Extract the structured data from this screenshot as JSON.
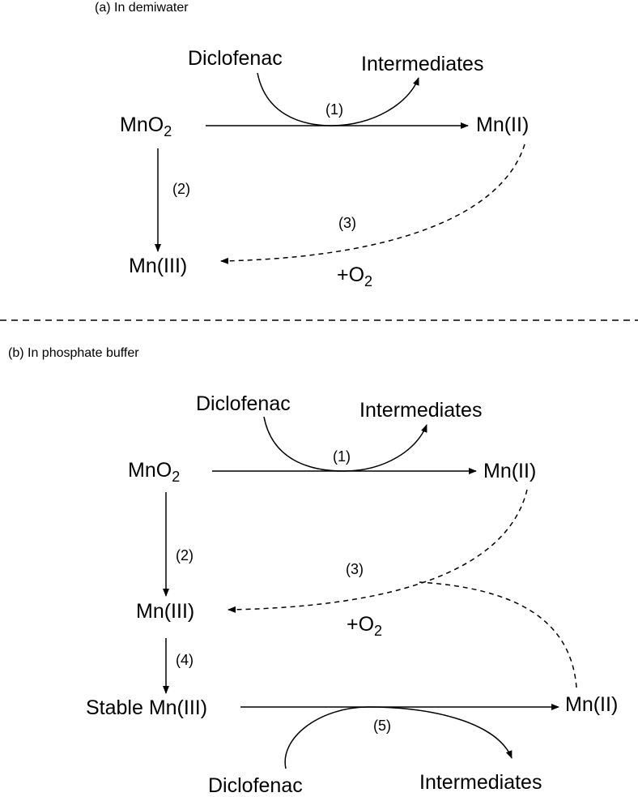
{
  "panel_a": {
    "title": "(a) In demiwater",
    "diclofenac": "Diclofenac",
    "intermediates": "Intermediates",
    "mno2": "MnO",
    "mno2_sub": "2",
    "mn2": "Mn(II)",
    "mn3": "Mn(III)",
    "step1": "(1)",
    "step2": "(2)",
    "step3": "(3)",
    "o2_plus": "+O",
    "o2_sub": "2"
  },
  "panel_b": {
    "title": "(b) In phosphate buffer",
    "diclofenac_top": "Diclofenac",
    "intermediates_top": "Intermediates",
    "mno2": "MnO",
    "mno2_sub": "2",
    "mn2_top": "Mn(II)",
    "mn3": "Mn(III)",
    "stable_mn3": "Stable Mn(III)",
    "mn2_bottom": "Mn(II)",
    "diclofenac_bottom": "Diclofenac",
    "intermediates_bottom": "Intermediates",
    "step1": "(1)",
    "step2": "(2)",
    "step3": "(3)",
    "step4": "(4)",
    "step5": "(5)",
    "o2_plus": "+O",
    "o2_sub": "2"
  }
}
